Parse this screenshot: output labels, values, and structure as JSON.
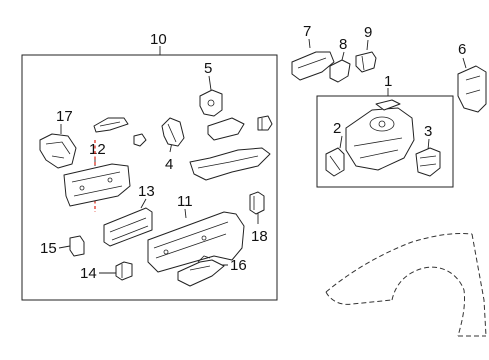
{
  "callouts": {
    "c1": "1",
    "c2": "2",
    "c3": "3",
    "c4": "4",
    "c5": "5",
    "c6": "6",
    "c7": "7",
    "c8": "8",
    "c9": "9",
    "c10": "10",
    "c11": "11",
    "c12": "12",
    "c13": "13",
    "c14": "14",
    "c15": "15",
    "c16": "16",
    "c17": "17",
    "c18": "18"
  },
  "colors": {
    "line": "#222222",
    "accent_dash": "#dd2211",
    "background": "#ffffff"
  }
}
